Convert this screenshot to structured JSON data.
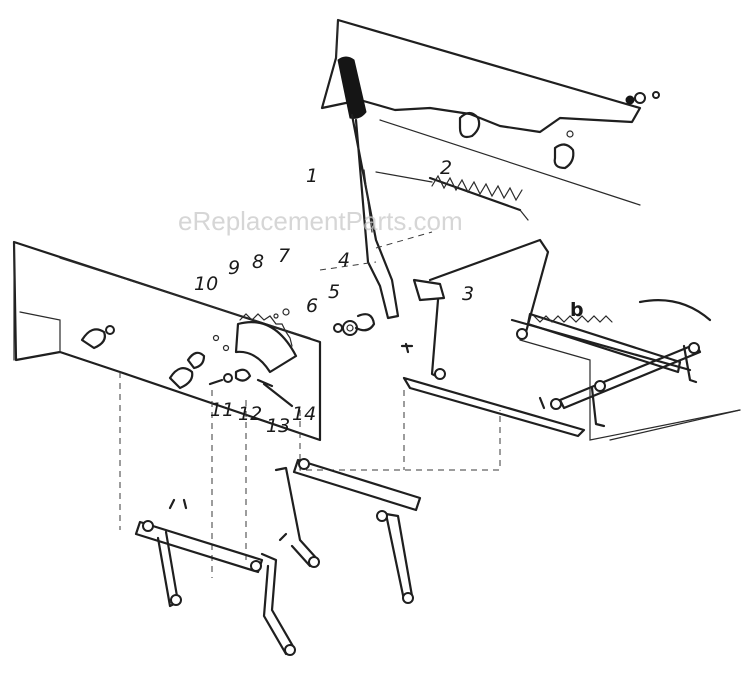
{
  "watermark": "eReplacementParts.com",
  "callouts": {
    "c1": "1",
    "c2": "2",
    "c3": "3",
    "c4": "4",
    "c5": "5",
    "c6": "6",
    "c7": "7",
    "c8": "8",
    "c9": "9",
    "c10": "10",
    "c11": "11",
    "c12": "12",
    "c13": "13",
    "c14": "14",
    "cb": "b"
  }
}
